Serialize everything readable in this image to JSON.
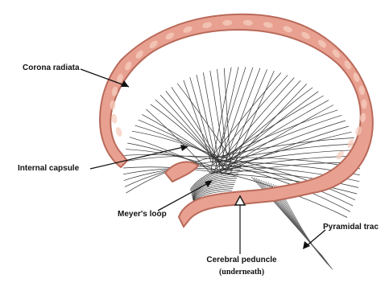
{
  "labels": {
    "corona_radiata": "Corona radiata",
    "internal_capsule": "Internal capsule",
    "meyers_loop": "Meyer's loop",
    "pyramidal_tract": "Pyramidal trac",
    "cerebral_peduncle": "Cerebral peduncle",
    "underneath": "(underneath)"
  },
  "colors": {
    "cortex_fill": "#e8a090",
    "cortex_edge": "#b96a5a",
    "cortex_highlight": "#f6cdbf",
    "fiber": "#333333",
    "background": "#ffffff"
  },
  "icons": {
    "peduncle_marker": "triangle-marker-icon"
  }
}
